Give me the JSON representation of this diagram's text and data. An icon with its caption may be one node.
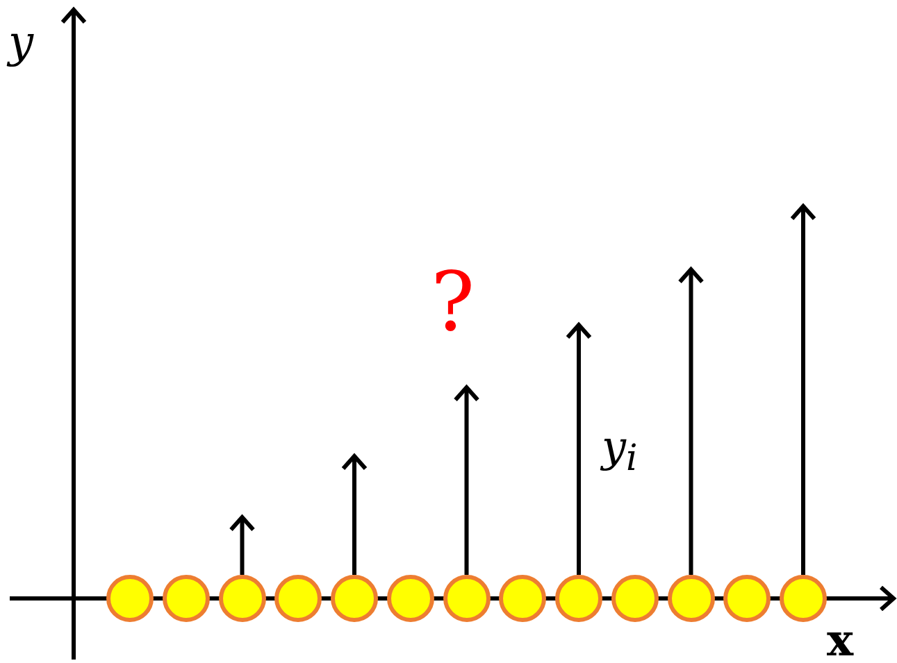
{
  "diagram": {
    "nodes": [
      {
        "text": [],
        "shape": "circle"
      },
      {
        "text": [],
        "shape": "circle"
      },
      {
        "text": [],
        "shape": "circle"
      },
      {
        "text": [],
        "shape": "circle"
      },
      {
        "text": [],
        "shape": "circle"
      },
      {
        "text": [],
        "shape": "circle"
      },
      {
        "text": [],
        "shape": "circle"
      },
      {
        "text": [],
        "shape": "circle"
      },
      {
        "text": [],
        "shape": "circle"
      },
      {
        "text": [],
        "shape": "circle"
      },
      {
        "text": [],
        "shape": "circle"
      },
      {
        "text": [],
        "shape": "circle"
      },
      {
        "text": [],
        "shape": "circle"
      }
    ],
    "edges": [
      {
        "from": 2,
        "to": null,
        "arrow": "to"
      },
      {
        "from": 4,
        "to": null,
        "arrow": "to"
      },
      {
        "from": 6,
        "to": null,
        "arrow": "to"
      },
      {
        "from": 8,
        "to": null,
        "arrow": "to"
      },
      {
        "from": 10,
        "to": null,
        "arrow": "to"
      },
      {
        "from": 12,
        "to": null,
        "arrow": "to"
      }
    ],
    "labels": [
      "y",
      "?",
      "y$_{i}$",
      "x"
    ]
  }
}
